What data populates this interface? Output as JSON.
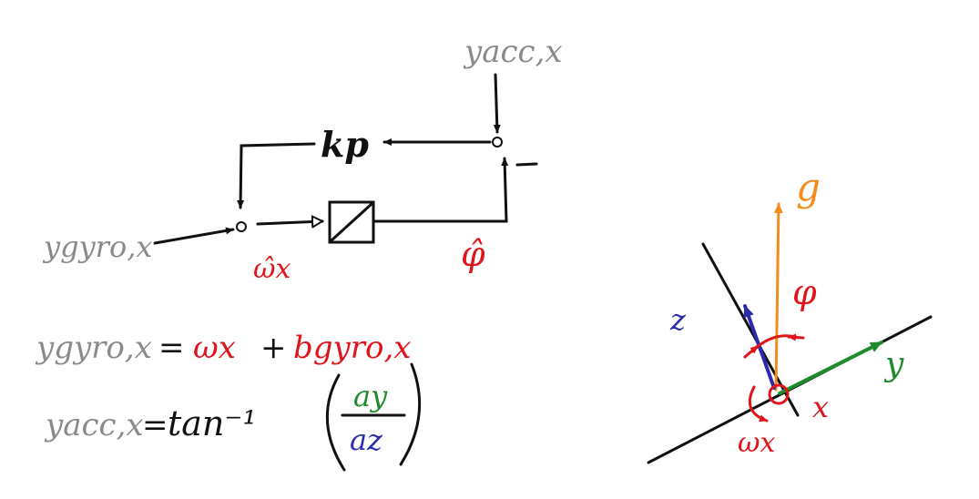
{
  "block_diagram": {
    "accel_input": "yacc,x",
    "gain": "kp",
    "minus_sign": "-",
    "gyro_input": "ygyro,x",
    "omega_hat": "ω̂x",
    "phi_hat": "φ̂"
  },
  "equations": {
    "gyro_lhs": "ygyro,x",
    "equals": "=",
    "omega": "ωx",
    "plus": "+",
    "bias": "bgyro,x",
    "acc_lhs": "yacc,x",
    "acc_eq": "=",
    "tan_inv": "tan⁻¹",
    "numerator": "ay",
    "denominator": "az"
  },
  "axes_sketch": {
    "g_label": "g",
    "phi_label": "φ",
    "z_label": "z",
    "y_label": "y",
    "x_label": "x",
    "omega_label": "ωx"
  },
  "colors": {
    "ink": "#111111",
    "gray": "#8a8a8a",
    "red": "#e0151b",
    "green": "#1f8a2a",
    "blue": "#2b2bb0",
    "orange": "#f28c1e"
  }
}
